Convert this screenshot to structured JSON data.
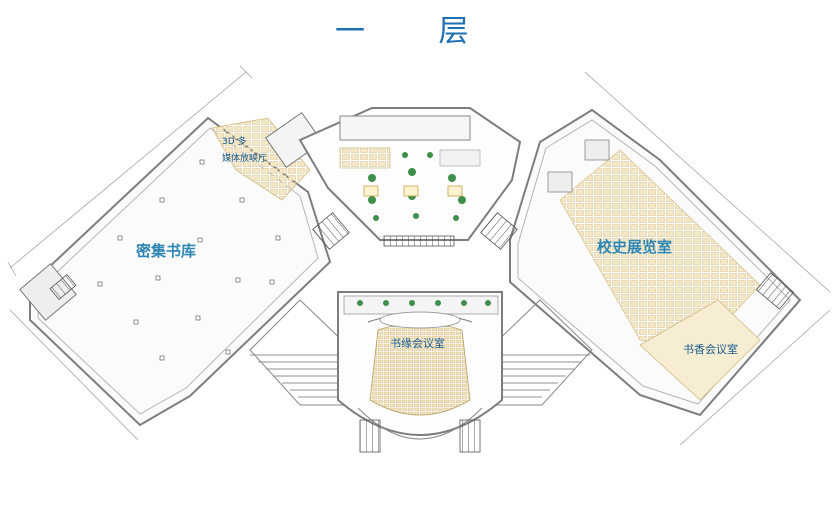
{
  "floor_title": "一 层",
  "rooms": {
    "compact_stacks": "密集书库",
    "school_history_exhibition": "校史展览室",
    "shuyuan_conference": "书缘会议室",
    "shuxiang_conference": "书香会议室",
    "multimedia_3d_line1": "3D 多",
    "multimedia_3d_line2": "媒体放映厅"
  },
  "colors": {
    "title": "#1f6fb5",
    "room_label_large": "#2e86b3",
    "room_label_small": "#1a5a8c",
    "wall": "#8a8a8a",
    "seating": "#f3e7c6",
    "plant": "#3e8f4a"
  }
}
